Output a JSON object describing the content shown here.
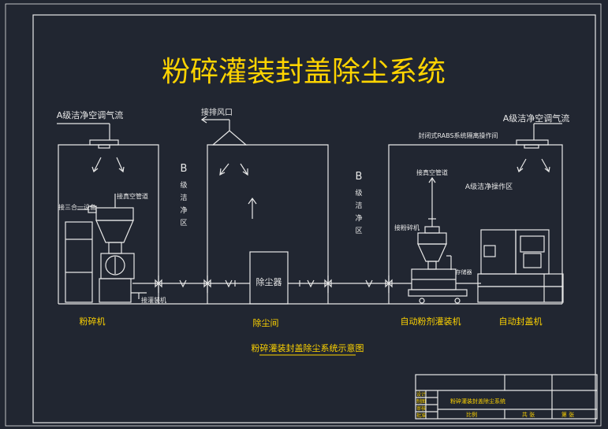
{
  "title": "粉碎灌装封盖除尘系统",
  "labels": {
    "a_airflow_left": "A级洁净空调气流",
    "a_airflow_right": "A级洁净空调气流",
    "exhaust_port": "接排风口",
    "b_zone_1": "B级洁净区",
    "b_zone_2": "B级洁净区",
    "rabs": "封闭式RABS系统隔离操作间",
    "vacuum_pipe_left": "接真空管道",
    "vacuum_pipe_right": "接真空管道",
    "three_in_one": "接三合一设备",
    "a_operation_zone": "A级洁净操作区",
    "connect_crusher": "接粉碎机",
    "connect_filler": "接灌装机",
    "dust_collector": "除尘器",
    "feed_screw": "存储器",
    "crusher": "粉碎机",
    "dust_room": "除尘间",
    "auto_filler": "自动粉剂灌装机",
    "auto_capper": "自动封盖机",
    "caption": "粉碎灌装封盖除尘系统示意图"
  },
  "title_block": {
    "cells": [
      "设计",
      "制图",
      "审核",
      "批准"
    ],
    "drawing_name": "粉碎灌装封盖除尘系统",
    "ratio_label": "比例",
    "sheet_label": "共 张",
    "page_label": "第 张"
  },
  "colors": {
    "background": "#212631",
    "line": "#e8e8e8",
    "text": "#ffd400",
    "accent": "#37c8d8"
  }
}
